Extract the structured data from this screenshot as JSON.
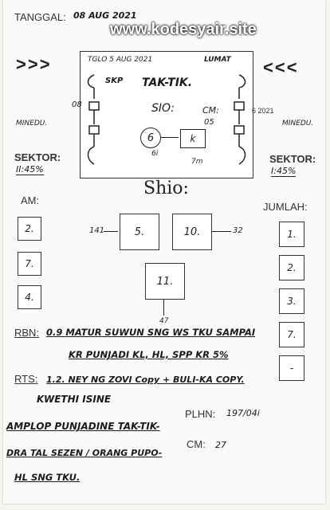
{
  "header": {
    "tanggal_label": "TANGGAL:",
    "tanggal_value": "08 AUG 2021",
    "website": "www.kodesyair.site"
  },
  "arrows": {
    "left": ">>>",
    "right": "<<<"
  },
  "top_box": {
    "tglo": "TGLO 5 AUG 2021",
    "top_right": "LUMAT",
    "title": "TAK-TIK.",
    "sio": "SIO:",
    "cm": "CM:",
    "cm_value": "05",
    "left_tag": "SKP",
    "left_small": "08",
    "right_date": "6 2021",
    "circle_value": "6",
    "box_value": "k",
    "under_box": "7m",
    "under_circle": "6i"
  },
  "sides": {
    "left_word": "MINEDU.",
    "right_word": "MINEDU.",
    "left_sektor": "SEKTOR:",
    "left_sektor_value": "II:45%",
    "right_sektor": "SEKTOR:",
    "right_sektor_value": "I:45%"
  },
  "shio": {
    "label": "Shio:"
  },
  "am": {
    "label": "AM:",
    "values": [
      "2.",
      "7.",
      "4."
    ]
  },
  "jumlah": {
    "label": "JUMLAH:",
    "values": [
      "1.",
      "2.",
      "3.",
      "7.",
      "-"
    ]
  },
  "center": {
    "box1": "5.",
    "box2": "10.",
    "box3": "11.",
    "left_in": "141",
    "right_out": "32",
    "bottom_out": "47"
  },
  "rbn": {
    "label": "RBN:",
    "line1": "0.9 MATUR SUWUN SNG WS TKU SAMPAI",
    "line2": "KR PUNJADI KL, HL, SPP KR 5%"
  },
  "rts": {
    "label": "RTS:",
    "line1": "1.2. NEY NG ZOVI Copy + BULI-KA COPY.",
    "line2": "KWETHI ISINE",
    "line3": "AMPLOP PUNJADINE TAK-TIK-",
    "line4": "DRA TAL SEZEN / ORANG PUPO-",
    "line5": "HL SNG TKU."
  },
  "plhn": {
    "label": "PLHN:",
    "value": "197/04i"
  },
  "cm_bottom": {
    "label": "CM:",
    "value": "27"
  }
}
